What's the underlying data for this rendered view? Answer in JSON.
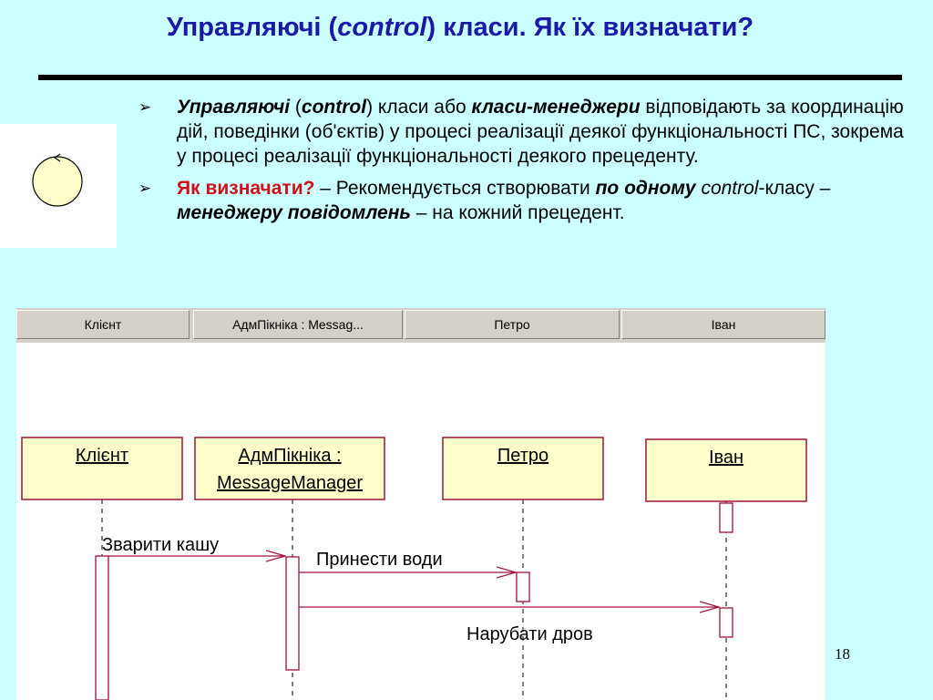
{
  "slide": {
    "title_pre": "Управляючі (",
    "title_italic": "control",
    "title_post": ") класи. Як їх визначати?",
    "page_number": "18"
  },
  "bullets": {
    "b1_t1": "Управляючі",
    "b1_t2": " (",
    "b1_t3": "control",
    "b1_t4": ") класи або ",
    "b1_t5": "класи-менеджери",
    "b1_t6": " відповідають за координацію дій, поведінки (об'єктів) у процесі реалізації деякої функціональності ПС, зокрема у процесі реалізації функціональності деякого прецеденту.",
    "b2_t1": "Як визначати?",
    "b2_t2": "  –  Рекомендується створювати ",
    "b2_t3": "по одному",
    "b2_t4": " control",
    "b2_t5": "-класу – ",
    "b2_t6": "менеджеру повідомлень",
    "b2_t7": " – на кожний прецедент."
  },
  "diagram": {
    "header_columns": [
      "Клієнт",
      "АдмПікніка : Messag...",
      "Петро",
      "Іван"
    ],
    "lifelines": [
      {
        "line1": "Клієнт",
        "line2": ""
      },
      {
        "line1": "АдмПікніка :",
        "line2": "MessageManager"
      },
      {
        "line1": "Петро",
        "line2": ""
      },
      {
        "line1": "Іван",
        "line2": ""
      }
    ],
    "messages": [
      "Зварити кашу",
      "Принести води",
      "Нарубати дров"
    ]
  }
}
